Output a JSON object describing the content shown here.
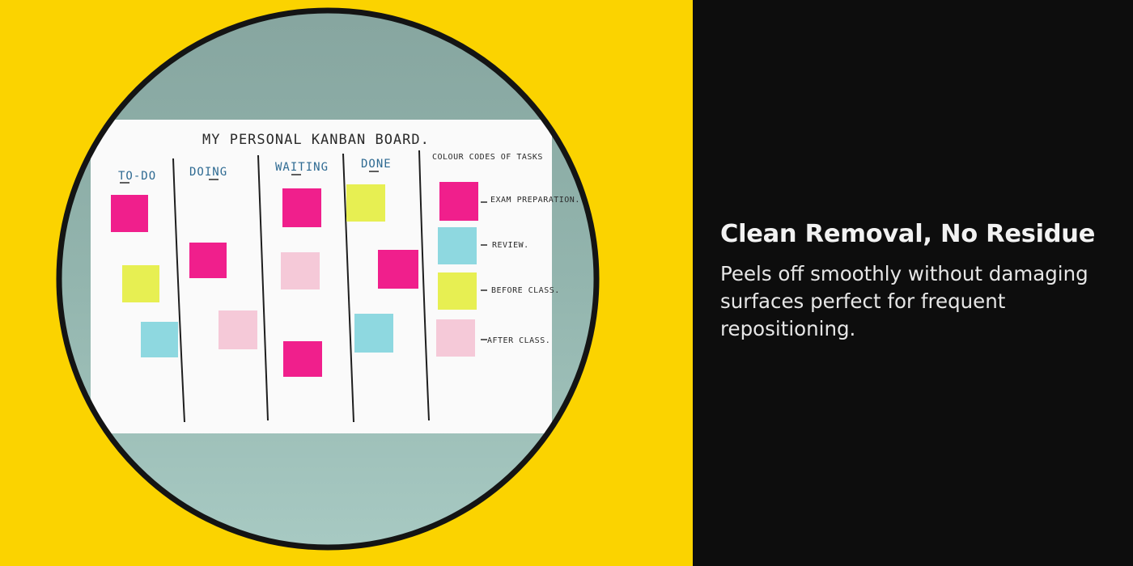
{
  "colors": {
    "background_left": "#fbd300",
    "background_right": "#0d0d0d",
    "wall": "#8fb1aa",
    "whiteboard": "#fafafa",
    "circle_border": "#141414",
    "note_pink": "#f01f8c",
    "note_yellow": "#e7ef52",
    "note_blue": "#8ed8e0",
    "note_light_pink": "#f5c9d8"
  },
  "photo": {
    "board_title": "MY PERSONAL KANBAN BOARD.",
    "columns": [
      {
        "label": "TO-DO"
      },
      {
        "label": "DOING"
      },
      {
        "label": "WAITING"
      },
      {
        "label": "DONE"
      }
    ],
    "legend_title": "COLOUR CODES OF TASKS",
    "legend": [
      {
        "label": "EXAM PREPARATION.",
        "color": "pink"
      },
      {
        "label": "REVIEW.",
        "color": "blue"
      },
      {
        "label": "BEFORE CLASS.",
        "color": "yellow"
      },
      {
        "label": "AFTER CLASS.",
        "color": "light-pink"
      }
    ]
  },
  "copy": {
    "headline": "Clean Removal, No Residue",
    "body": "Peels off smoothly without damaging surfaces perfect for frequent repositioning."
  }
}
